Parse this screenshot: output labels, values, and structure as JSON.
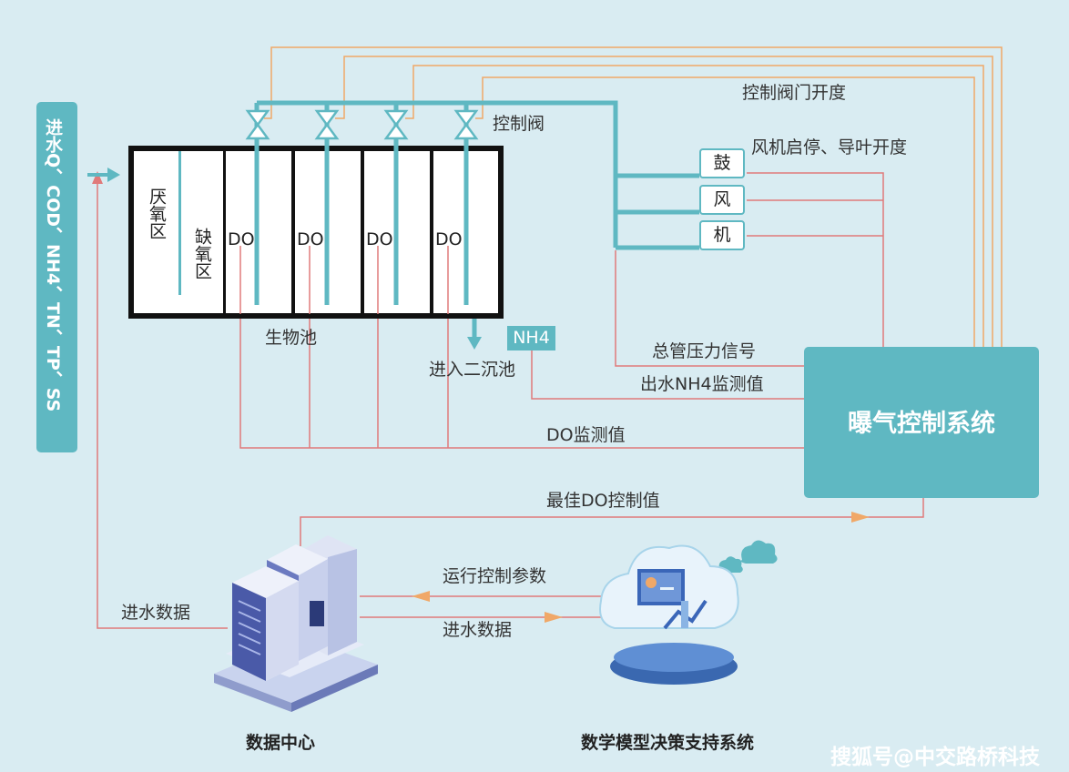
{
  "inflow": {
    "label": "进水Q、COD、NH4、TN、TP、SS"
  },
  "tank": {
    "anaerobic": "厌氧区",
    "anoxic": "缺氧区",
    "do_labels": [
      "DO",
      "DO",
      "DO",
      "DO"
    ],
    "name": "生物池"
  },
  "valve_label": "控制阀",
  "valve_opening_label": "控制阀门开度",
  "blower_label": "风机启停、导叶开度",
  "blower_chars": [
    "鼓",
    "风",
    "机"
  ],
  "nh4_tag": "NH4",
  "to_clarifier": "进入二沉池",
  "signals": {
    "pressure": "总管压力信号",
    "nh4_out": "出水NH4监测值",
    "do_monitor": "DO监测值",
    "best_do": "最佳DO控制值",
    "run_params": "运行控制参数",
    "inflow_data_right": "进水数据",
    "inflow_data_left": "进水数据"
  },
  "aeration_control": "曝气控制系统",
  "data_center": "数据中心",
  "decision_system": "数学模型决策支持系统",
  "watermark": "搜狐号@中交路桥科技",
  "colors": {
    "teal": "#5fb8c2",
    "red_line": "#e07a7a",
    "orange_line": "#f0a868",
    "background": "#d9ecf2"
  }
}
